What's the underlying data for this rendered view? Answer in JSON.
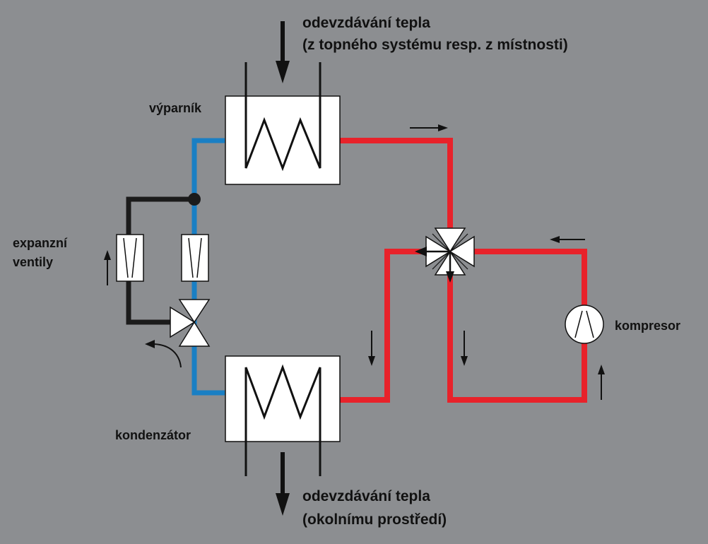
{
  "colors": {
    "background": "#8c8e91",
    "hot_pipe": "#e8222a",
    "cold_pipe": "#1a7fc4",
    "bypass_pipe": "#1b1b1b",
    "component_fill": "#ffffff"
  },
  "labels": {
    "top_heat_line1": "odevzdávání tepla",
    "top_heat_line2": "(z topného systému resp. z místnosti)",
    "evaporator": "výparník",
    "expansion_line1": "expanzní",
    "expansion_line2": "ventily",
    "condenser": "kondenzátor",
    "compressor": "kompresor",
    "bottom_heat_line1": "odevzdávání tepla",
    "bottom_heat_line2": "(okolnímu prostředí)"
  },
  "components": {
    "heat_exchangers": [
      "evaporator",
      "condenser"
    ],
    "valves": [
      "expansion-valve-left",
      "expansion-valve-right",
      "three-way-valve",
      "four-way-valve"
    ],
    "pump": "compressor"
  }
}
